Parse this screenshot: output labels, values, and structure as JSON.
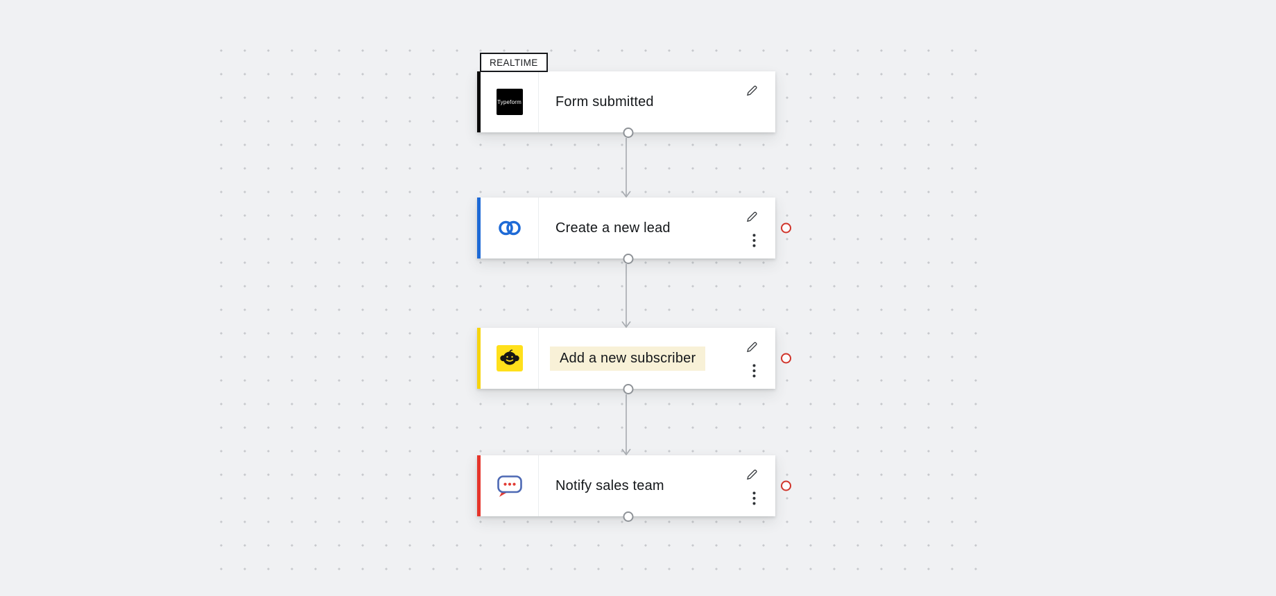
{
  "canvas": {
    "badge": "REALTIME",
    "background": "#f0f1f3",
    "dot_color": "#c7c9cd"
  },
  "status_color": "#d0342a",
  "connector_color": "#a7abb0",
  "nodes": [
    {
      "title": "Form submitted",
      "icon": "typeform-icon",
      "icon_text": "Typeform",
      "accent": "#0a0a0a",
      "has_edit": true,
      "has_menu": false,
      "has_status": false,
      "highlighted": false
    },
    {
      "title": "Create a new lead",
      "icon": "zoho-crm-icon",
      "accent": "#1e6ad6",
      "has_edit": true,
      "has_menu": true,
      "has_status": true,
      "highlighted": false
    },
    {
      "title": "Add a new subscriber",
      "icon": "mailchimp-icon",
      "accent": "#f6d40e",
      "has_edit": true,
      "has_menu": true,
      "has_status": true,
      "highlighted": true
    },
    {
      "title": "Notify sales team",
      "icon": "cliq-icon",
      "accent": "#e6352b",
      "has_edit": true,
      "has_menu": true,
      "has_status": true,
      "highlighted": false
    }
  ]
}
